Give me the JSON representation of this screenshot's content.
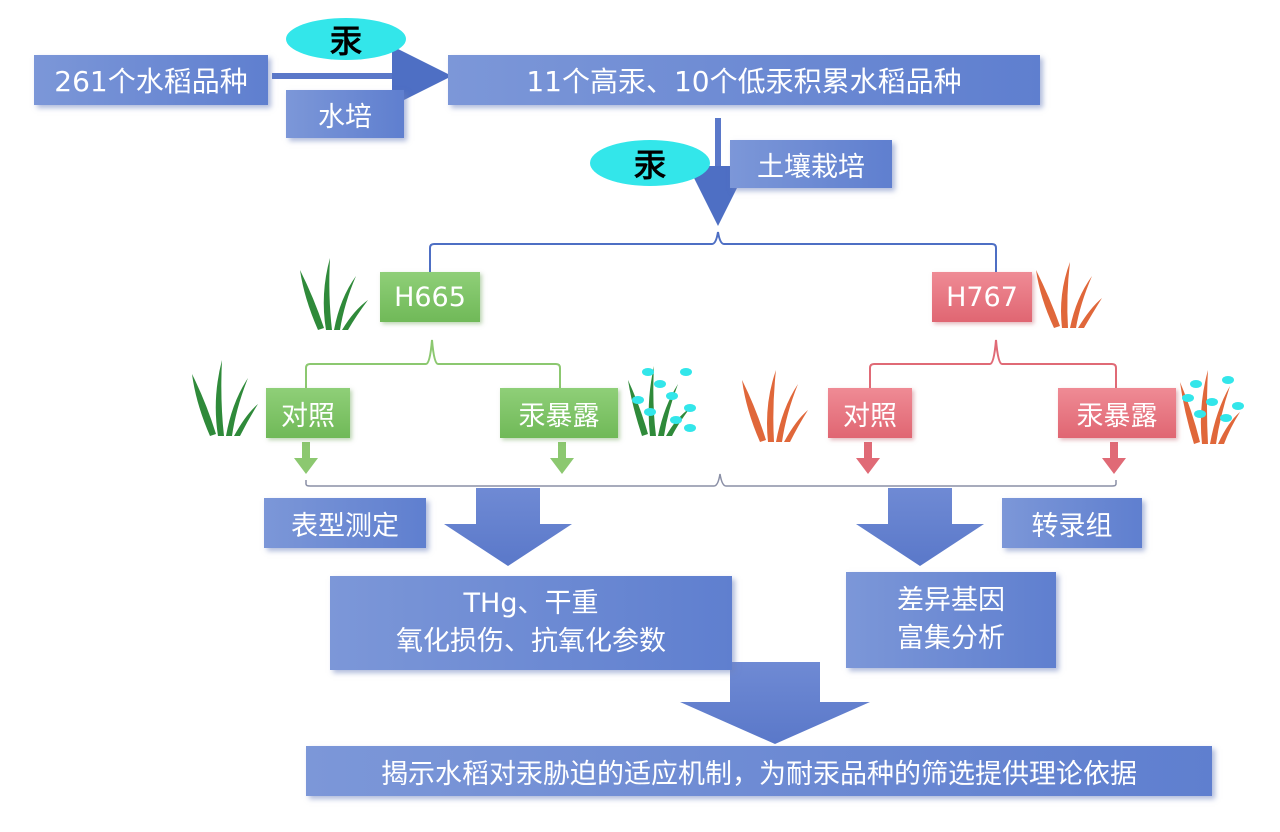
{
  "colors": {
    "blue_box": "#6f8ad4",
    "green_box": "#7dc466",
    "red_box": "#e57882",
    "cyan_ellipse": "#33e6ea",
    "blue_line": "#4e6fc4",
    "green_line": "#8cc870",
    "red_line": "#e06a76"
  },
  "nodes": {
    "varieties": "261个水稻品种",
    "mercury_top": "汞",
    "hydroponic": "水培",
    "selected": "11个高汞、10个低汞积累水稻品种",
    "mercury_mid": "汞",
    "soil": "土壤栽培",
    "h665": "H665",
    "h767": "H767",
    "green_control": "对照",
    "green_exposure": "汞暴露",
    "red_control": "对照",
    "red_exposure": "汞暴露",
    "phenotype": "表型测定",
    "transcriptome": "转录组",
    "measure_line1": "THg、干重",
    "measure_line2": "氧化损伤、抗氧化参数",
    "deg_line1": "差异基因",
    "deg_line2": "富集分析",
    "conclusion": "揭示水稻对汞胁迫的适应机制，为耐汞品种的筛选提供理论依据"
  },
  "icons": {
    "green_grass": "grass-icon",
    "orange_grass": "grass-icon",
    "mercury_drops": "mercury-droplet-icon"
  }
}
